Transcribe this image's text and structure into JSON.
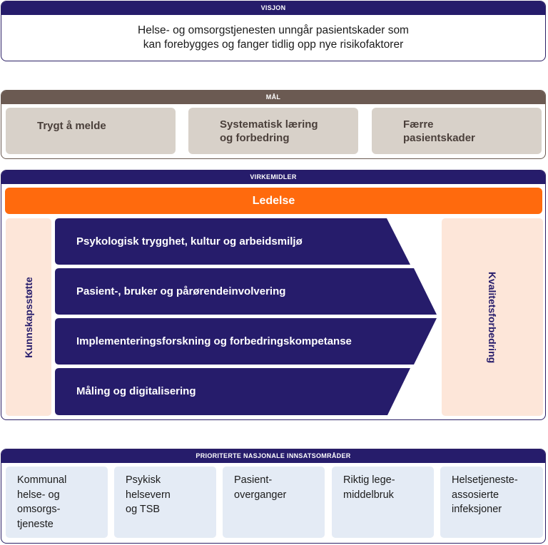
{
  "vision": {
    "header": "VISJON",
    "line1": "Helse- og omsorgstjenesten unngår pasientskader som",
    "line2": "kan forebygges og fanger tidlig opp nye risikofaktorer"
  },
  "goals": {
    "header": "MÅL",
    "items": [
      {
        "label": "Trygt å melde"
      },
      {
        "label": "Systematisk læring\nog forbedring"
      },
      {
        "label": "Færre\npasientskader"
      }
    ]
  },
  "means": {
    "header": "VIRKEMIDLER",
    "leadership": "Ledelse",
    "left_support": "Kunnskapsstøtte",
    "right_support": "Kvalitetsforbedring",
    "arrows": [
      {
        "label": "Psykologisk trygghet, kultur og arbeidsmiljø"
      },
      {
        "label": "Pasient-, bruker og pårørendeinvolvering"
      },
      {
        "label": "Implementeringsforskning og forbedringskompetanse"
      },
      {
        "label": "Måling og digitalisering"
      }
    ]
  },
  "priorities": {
    "header": "PRIORITERTE NASJONALE INNSATSOMRÅDER",
    "items": [
      {
        "label": "Kommunal\nhelse- og\nomsorgs-\ntjeneste"
      },
      {
        "label": "Psykisk\nhelsevern\nog TSB"
      },
      {
        "label": "Pasient-\noverganger"
      },
      {
        "label": "Riktig lege-\nmiddelbruk"
      },
      {
        "label": "Helsetjeneste-\nassosierte\ninfeksjoner"
      }
    ]
  },
  "colors": {
    "navy": "#261c6b",
    "brown": "#6b5a52",
    "orange": "#ff6a0d",
    "peach": "#fde6d9",
    "beige": "#d8d1c9",
    "light_blue": "#e4ebf5"
  }
}
